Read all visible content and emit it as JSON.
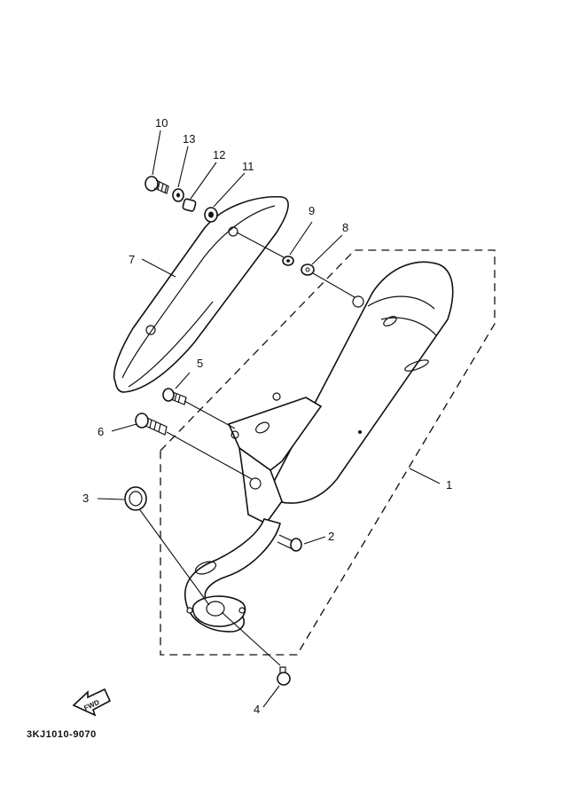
{
  "diagram_code": "3KJ1010-9070",
  "fwd_label": "FWD",
  "callouts": [
    "1",
    "2",
    "3",
    "4",
    "5",
    "6",
    "7",
    "8",
    "9",
    "10",
    "11",
    "12",
    "13"
  ],
  "line_color": "#111111",
  "background": "#ffffff"
}
